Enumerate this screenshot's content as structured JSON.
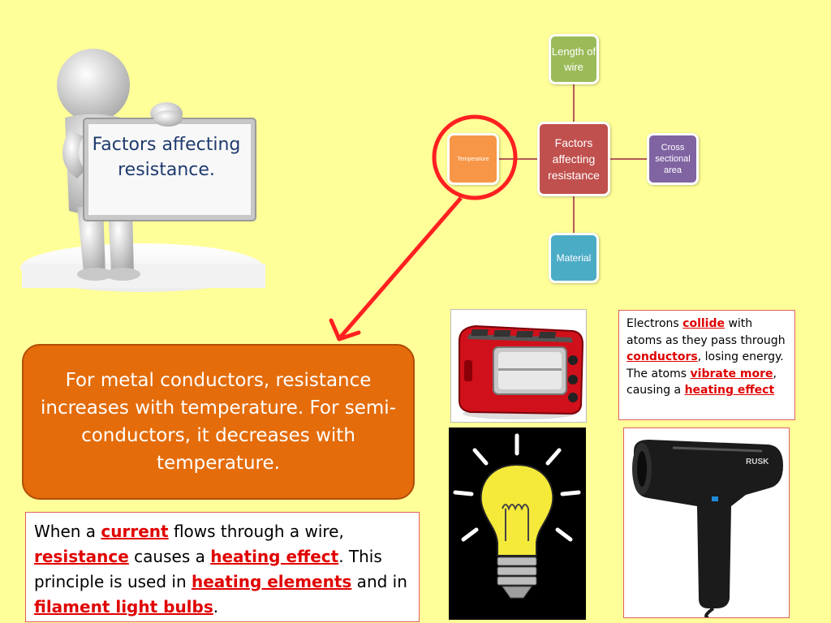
{
  "sign": {
    "text": "Factors affecting resistance."
  },
  "mindmap": {
    "center": "Factors affecting resistance",
    "length": "Length of wire",
    "cross": "Cross sectional area",
    "material": "Material",
    "temperature": "Temperature"
  },
  "metal_box": {
    "text": "For metal conductors, resistance increases with temperature.  For semi-conductors, it decreases with temperature."
  },
  "current_box": {
    "p1": "When a ",
    "k1": "current",
    "p2": " flows through a wire, ",
    "k2": "resistance",
    "p3": " causes a ",
    "k3": "heating effect",
    "p4": ". This principle is used in ",
    "k4": "heating elements",
    "p5": " and in ",
    "k5": "filament light bulbs",
    "p6": "."
  },
  "electrons_box": {
    "p1": "Electrons ",
    "k1": "collide",
    "p2": " with atoms as they pass through ",
    "k2": "conductors",
    "p3": ", losing energy. The atoms ",
    "k3": "vibrate more",
    "p4": ", causing a ",
    "k4": "heating effect"
  },
  "images": {
    "dryer_brand": "RUSK"
  },
  "colors": {
    "background": "#ffff99",
    "center_node": "#c0504d",
    "length_node": "#9bbb59",
    "cross_node": "#8064a2",
    "material_node": "#4bacc6",
    "temperature_node": "#f79646",
    "metal_box": "#e46c0a",
    "keyword": "#e00000",
    "arrow": "#ff2020"
  }
}
